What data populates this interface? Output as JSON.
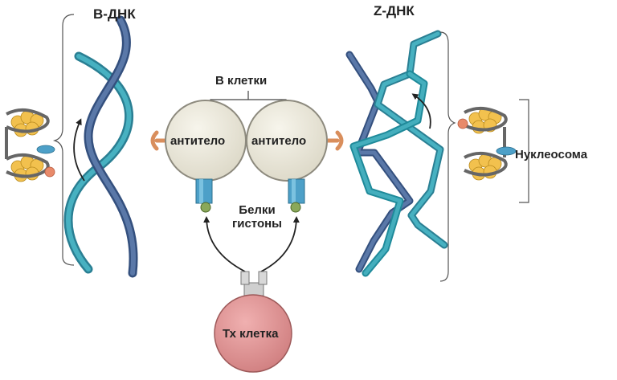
{
  "labels": {
    "b_dna": "В-ДНК",
    "z_dna": "Z-ДНК",
    "b_cells": "В клетки",
    "antibody": "антитело",
    "histone_line1": "Белки",
    "histone_line2": "гистоны",
    "nucleosome": "Нуклеосома",
    "th_cell": "Тх клетка"
  },
  "colors": {
    "teal": "#2a9aab",
    "navy": "#3c5a8c",
    "bcell_fill": "#e9e6d8",
    "bcell_stroke": "#8d8a7e",
    "receptor": "#e0a070",
    "bar_blue": "#4da0c8",
    "green_dot": "#8aa85a",
    "thcell": "#d98a8a",
    "nucleosome_gold": "#f2c14e",
    "bracket": "#444444"
  }
}
